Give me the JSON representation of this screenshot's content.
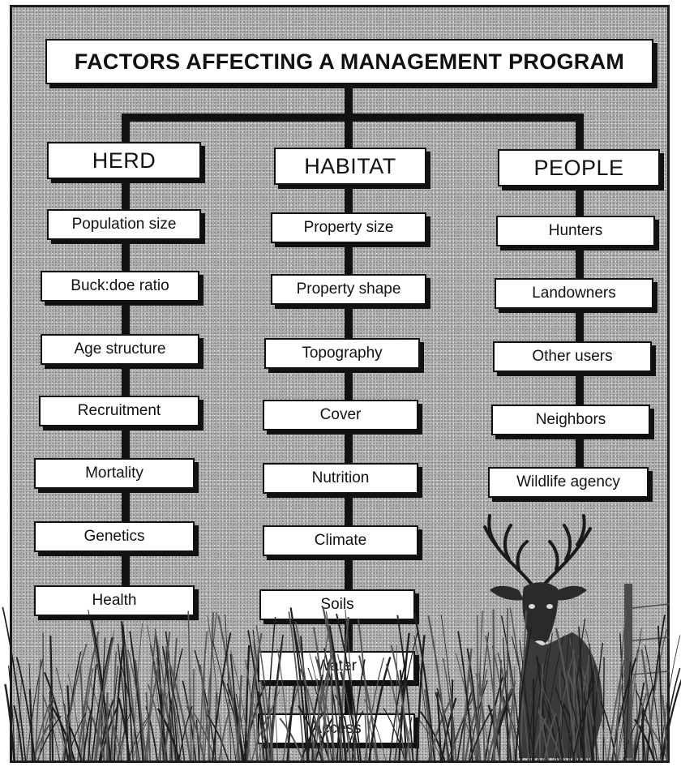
{
  "title": "FACTORS AFFECTING A MANAGEMENT PROGRAM",
  "categories": [
    {
      "label": "HERD",
      "items": [
        "Population size",
        "Buck:doe ratio",
        "Age structure",
        "Recruitment",
        "Mortality",
        "Genetics",
        "Health"
      ]
    },
    {
      "label": "HABITAT",
      "items": [
        "Property size",
        "Property shape",
        "Topography",
        "Cover",
        "Nutrition",
        "Climate",
        "Soils",
        "Water",
        "Access"
      ]
    },
    {
      "label": "PEOPLE",
      "items": [
        "Hunters",
        "Landowners",
        "Other users",
        "Neighbors",
        "Wildlife agency"
      ]
    }
  ],
  "colors": {
    "ink": "#111111",
    "box": "#ffffff",
    "background": "#b8b8b8"
  }
}
